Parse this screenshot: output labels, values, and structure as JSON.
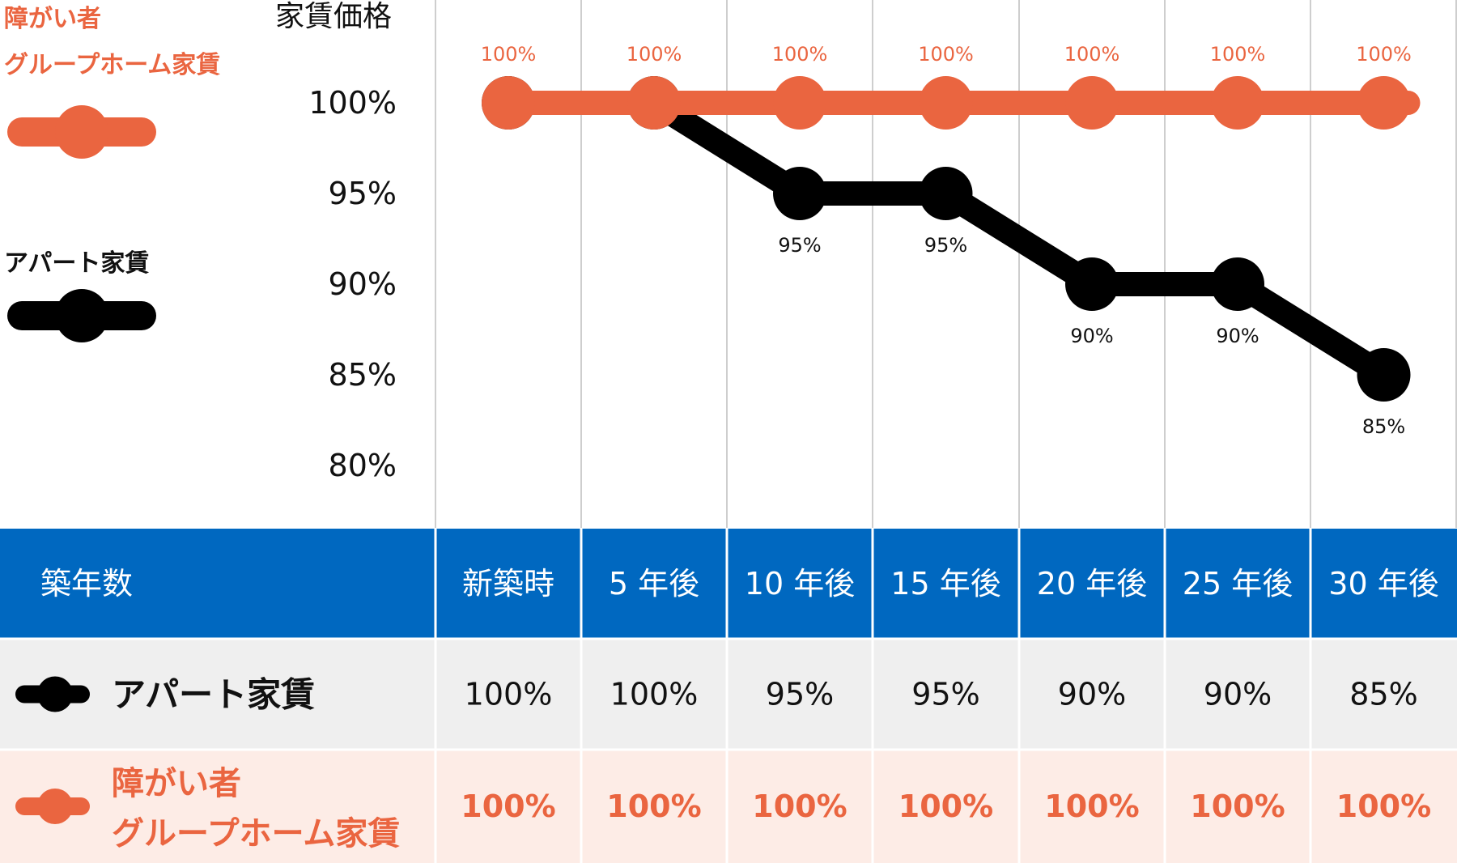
{
  "chart_data": {
    "type": "line",
    "ylabel": "家賃価格",
    "y_ticks": [
      "100%",
      "95%",
      "90%",
      "85%",
      "80%"
    ],
    "ylim": [
      80,
      100
    ],
    "categories": [
      "新築時",
      "5 年後",
      "10 年後",
      "15 年後",
      "20 年後",
      "25 年後",
      "30 年後"
    ],
    "series": [
      {
        "name": "障がい者グループホーム家賃",
        "name_lines": [
          "障がい者",
          "グループホーム家賃"
        ],
        "color": "#ea6540",
        "values": [
          100,
          100,
          100,
          100,
          100,
          100,
          100
        ],
        "labels": [
          "100%",
          "100%",
          "100%",
          "100%",
          "100%",
          "100%",
          "100%"
        ]
      },
      {
        "name": "アパート家賃",
        "name_lines": [
          "アパート家賃"
        ],
        "color": "#000000",
        "values": [
          100,
          100,
          95,
          95,
          90,
          90,
          85
        ],
        "labels": [
          "",
          "",
          "95%",
          "95%",
          "90%",
          "90%",
          "85%"
        ]
      }
    ],
    "grid": "vertical",
    "legend": "left"
  },
  "table": {
    "header_label": "築年数",
    "header_color": "#0068c0",
    "row_black_bg": "#efefef",
    "row_orange_bg": "#fdece6",
    "rows": [
      {
        "series_index": 1,
        "label_lines": [
          "アパート家賃"
        ],
        "cells": [
          "100%",
          "100%",
          "95%",
          "95%",
          "90%",
          "90%",
          "85%"
        ]
      },
      {
        "series_index": 0,
        "label_lines": [
          "障がい者",
          "グループホーム家賃"
        ],
        "cells": [
          "100%",
          "100%",
          "100%",
          "100%",
          "100%",
          "100%",
          "100%"
        ]
      }
    ]
  }
}
